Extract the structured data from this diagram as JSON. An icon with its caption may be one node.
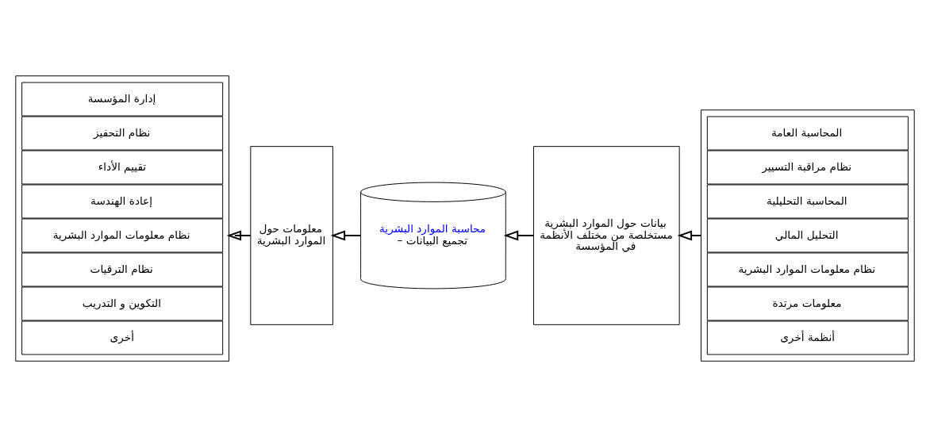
{
  "diagram": {
    "nodes": [
      {
        "text": [],
        "shape": "box"
      },
      {
        "text": [
          "المحاسبة العامة"
        ],
        "in": 0
      },
      {
        "text": [
          "نظام مراقبة التسيير"
        ],
        "in": 0
      },
      {
        "text": [
          "المحاسبة التحليلية"
        ],
        "in": 0
      },
      {
        "text": [
          "التحليل المالي"
        ],
        "in": 0
      },
      {
        "text": [
          "نظام معلومات الموارد البشرية"
        ],
        "in": 0
      },
      {
        "text": [
          "معلومات مرتدة"
        ],
        "in": 0
      },
      {
        "text": [
          "أنظمة أخرى"
        ],
        "in": 0
      },
      {
        "text": [
          "بيانات حول الموارد البشرية مستخلصة من مختلف الأنظمة في المؤسسة"
        ]
      },
      {
        "text": [
          "محاسبة الموارد البشرية",
          "– تجميع البيانات"
        ]
      },
      {
        "text": [
          "معلومات حول الموارد البشرية"
        ]
      },
      {
        "text": [],
        "shape": "box"
      },
      {
        "text": [
          "إدارة المؤسسة"
        ],
        "in": 11
      },
      {
        "text": [
          "نظام التحفيز"
        ],
        "in": 11
      },
      {
        "text": [
          "تقييم الأداء"
        ],
        "in": 11
      },
      {
        "text": [
          "إعادة الهندسة"
        ],
        "in": 11
      },
      {
        "text": [
          "نظام معلومات الموارد البشرية"
        ],
        "in": 11
      },
      {
        "text": [
          "نظام الترقيات"
        ],
        "in": 11
      },
      {
        "text": [
          "التكوين و التدريب"
        ],
        "in": 11
      },
      {
        "text": [
          "أخرى"
        ],
        "in": 11
      }
    ],
    "edges": [
      {
        "from": 0,
        "to": 8,
        "arrow": "to"
      },
      {
        "from": 8,
        "to": 9,
        "arrow": "to"
      },
      {
        "from": 9,
        "to": 10,
        "arrow": "to"
      },
      {
        "from": 10,
        "to": 11,
        "arrow": "to"
      }
    ]
  }
}
